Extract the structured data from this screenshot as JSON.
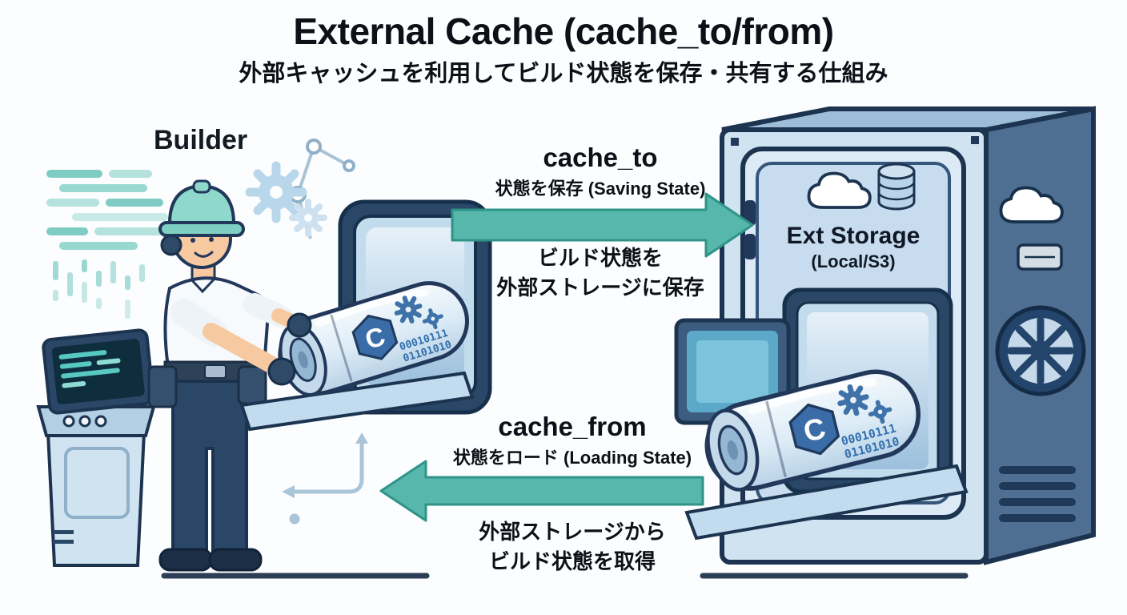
{
  "header": {
    "title": "External Cache (cache_to/from)",
    "subtitle": "外部キャッシュを利用してビルド状態を保存・共有する仕組み"
  },
  "builder": {
    "label": "Builder"
  },
  "cache_to": {
    "label": "cache_to",
    "sublabel": "状態を保存 (Saving State)",
    "description_line1": "ビルド状態を",
    "description_line2": "外部ストレージに保存"
  },
  "cache_from": {
    "label": "cache_from",
    "sublabel": "状態をロード (Loading State)",
    "description_line1": "外部ストレージから",
    "description_line2": "ビルド状態を取得"
  },
  "storage": {
    "label": "Ext Storage",
    "sublabel": "(Local/S3)"
  },
  "capsule": {
    "letter": "C",
    "binary_line1": "00010111",
    "binary_line2": "01101010"
  },
  "colors": {
    "arrow_teal": "#57b7ac",
    "outline_navy": "#1c3450",
    "machine_light": "#cfe3f0",
    "machine_side": "#4e6e92",
    "capsule_logo_blue": "#3a6ca8",
    "helmet_teal": "#8fd8cc",
    "code_teal": "#7fccc4"
  },
  "icons": {
    "cloud": "svg-cloud-shape",
    "database": "svg-cylinder-shape",
    "gear": "svg-gear-shape",
    "vault_dial": "svg-dial-shape",
    "drive": "svg-drive-shape"
  }
}
